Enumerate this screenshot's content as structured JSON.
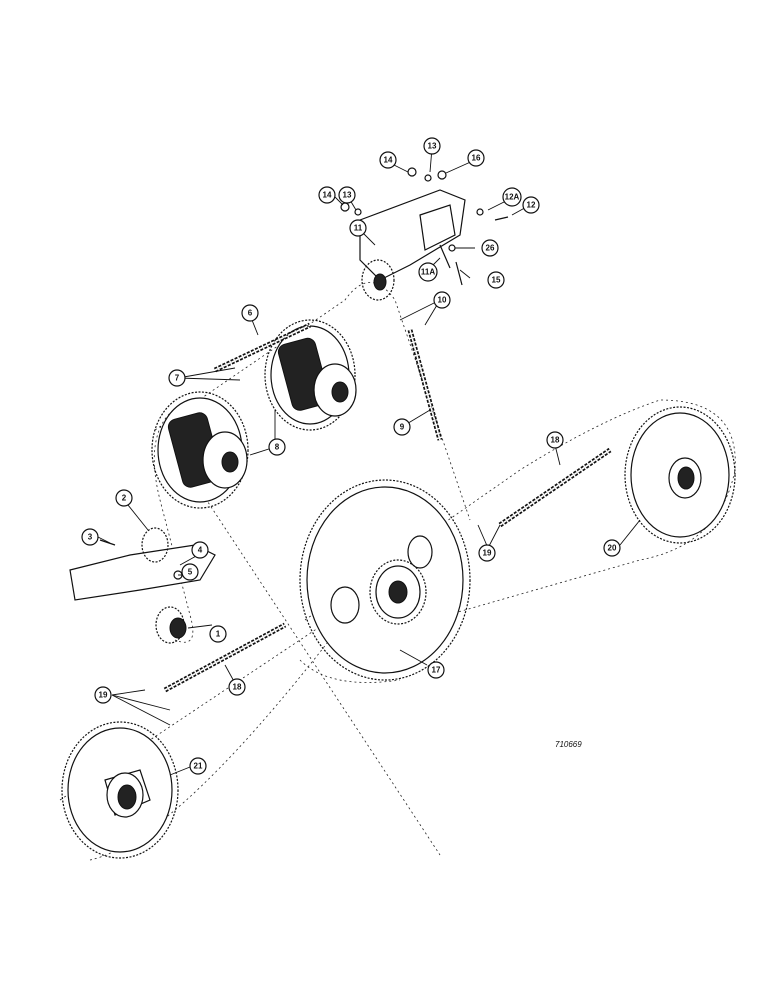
{
  "figure": {
    "reference_code": "710669"
  },
  "callouts": [
    {
      "id": "c1",
      "label": "1"
    },
    {
      "id": "c2",
      "label": "2"
    },
    {
      "id": "c3",
      "label": "3"
    },
    {
      "id": "c4",
      "label": "4"
    },
    {
      "id": "c5",
      "label": "5"
    },
    {
      "id": "c6",
      "label": "6"
    },
    {
      "id": "c7",
      "label": "7"
    },
    {
      "id": "c8",
      "label": "8"
    },
    {
      "id": "c9",
      "label": "9"
    },
    {
      "id": "c10",
      "label": "10"
    },
    {
      "id": "c11",
      "label": "11"
    },
    {
      "id": "c11a",
      "label": "11A"
    },
    {
      "id": "c12",
      "label": "12"
    },
    {
      "id": "c12a",
      "label": "12A"
    },
    {
      "id": "c13a",
      "label": "13"
    },
    {
      "id": "c13b",
      "label": "13"
    },
    {
      "id": "c14a",
      "label": "14"
    },
    {
      "id": "c14b",
      "label": "14"
    },
    {
      "id": "c15",
      "label": "15"
    },
    {
      "id": "c16",
      "label": "16"
    },
    {
      "id": "c17",
      "label": "17"
    },
    {
      "id": "c18a",
      "label": "18"
    },
    {
      "id": "c18b",
      "label": "18"
    },
    {
      "id": "c19a",
      "label": "19"
    },
    {
      "id": "c19b",
      "label": "19"
    },
    {
      "id": "c20",
      "label": "20"
    },
    {
      "id": "c21",
      "label": "21"
    },
    {
      "id": "c26",
      "label": "26"
    }
  ]
}
